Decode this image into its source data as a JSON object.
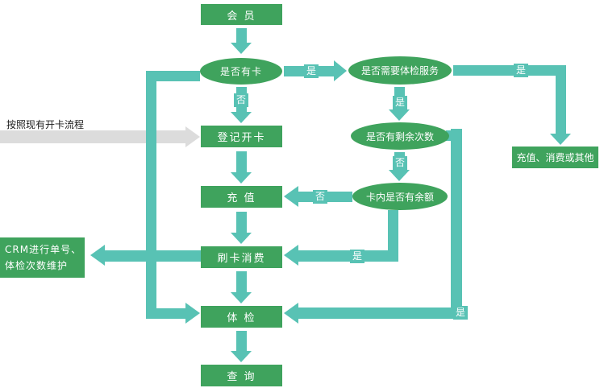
{
  "colors": {
    "node_green": "#3fa35d",
    "arrow_teal": "#58c2b4",
    "gray_arrow": "#dcdcdc",
    "node_text": "#ffffff"
  },
  "nodes": {
    "member": {
      "label": "会 员"
    },
    "has_card": {
      "label": "是否有卡"
    },
    "register_card": {
      "label": "登记开卡"
    },
    "recharge": {
      "label": "充 值"
    },
    "swipe_consume": {
      "label": "刷卡消费"
    },
    "checkup": {
      "label": "体 检"
    },
    "query": {
      "label": "查 询"
    },
    "need_checkup_service": {
      "label": "是否需要体检服务"
    },
    "has_remaining_times": {
      "label": "是否有剩余次数"
    },
    "card_has_balance": {
      "label": "卡内是否有余额"
    },
    "recharge_consume_other": {
      "label": "充值、消费或其他"
    },
    "crm_maintain": {
      "line1": "CRM进行单号、",
      "line2": "体检次数维护"
    }
  },
  "annotations": {
    "existing_process": "按照现有开卡流程"
  },
  "edge_labels": {
    "yes": "是",
    "no": "否"
  },
  "edges": [
    {
      "from": "会 员",
      "to": "是否有卡",
      "label": ""
    },
    {
      "from": "是否有卡",
      "to": "是否需要体检服务",
      "label": "是"
    },
    {
      "from": "是否有卡",
      "to": "登记开卡",
      "label": "否"
    },
    {
      "from": "是否有卡",
      "to": "体 检",
      "label": ""
    },
    {
      "from": "登记开卡",
      "to": "充 值",
      "label": ""
    },
    {
      "from": "充 值",
      "to": "刷卡消费",
      "label": ""
    },
    {
      "from": "刷卡消费",
      "to": "体 检",
      "label": ""
    },
    {
      "from": "体 检",
      "to": "查 询",
      "label": ""
    },
    {
      "from": "是否需要体检服务",
      "to": "充值、消费或其他",
      "label": "是"
    },
    {
      "from": "是否需要体检服务",
      "to": "是否有剩余次数",
      "label": "是"
    },
    {
      "from": "是否有剩余次数",
      "to": "卡内是否有余额",
      "label": "否"
    },
    {
      "from": "是否有剩余次数",
      "to": "体 检",
      "label": "是"
    },
    {
      "from": "卡内是否有余额",
      "to": "充 值",
      "label": "否"
    },
    {
      "from": "卡内是否有余额",
      "to": "刷卡消费",
      "label": "是"
    },
    {
      "from": "刷卡消费",
      "to": "CRM进行单号、体检次数维护",
      "label": ""
    },
    {
      "from": "按照现有开卡流程",
      "to": "登记开卡",
      "label": ""
    }
  ]
}
